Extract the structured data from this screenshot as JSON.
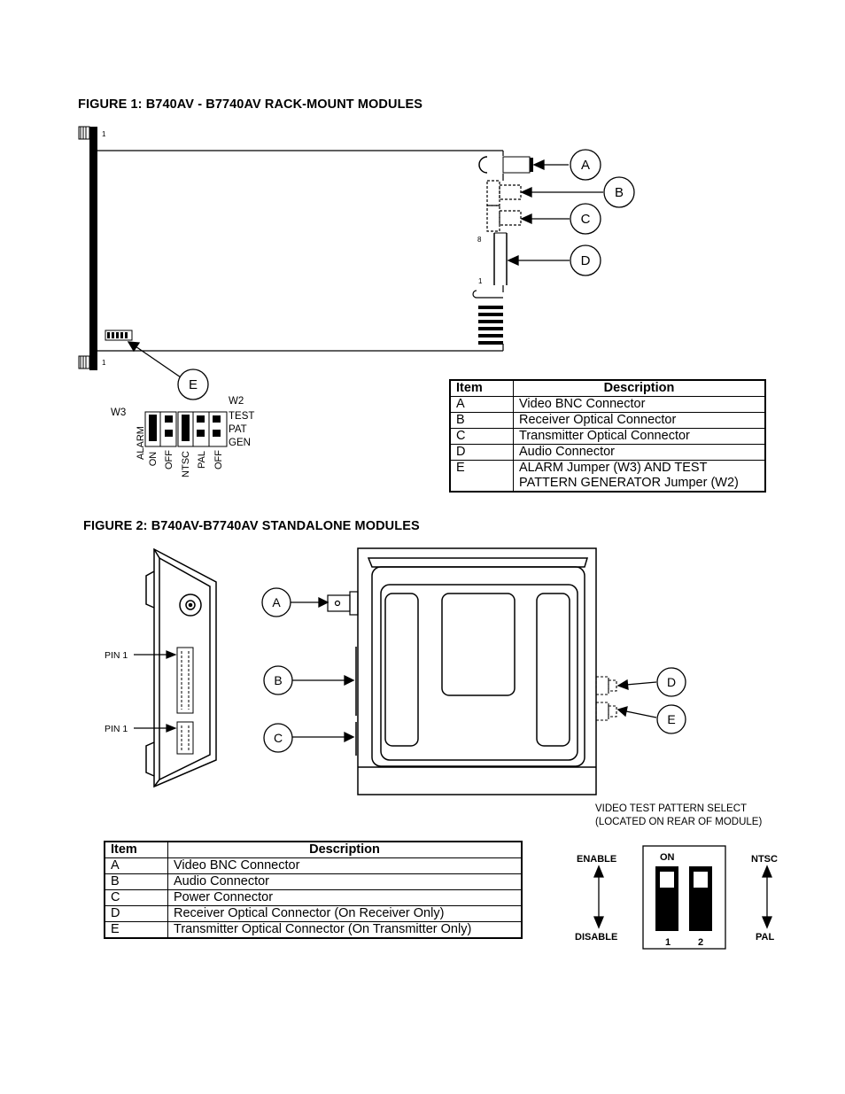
{
  "figure1": {
    "title": "FIGURE 1: B740AV - B7740AV RACK-MOUNT MODULES",
    "pin_top": "1",
    "pin_bottom": "1",
    "pin_8": "8",
    "pin_1": "1",
    "callouts": [
      "A",
      "B",
      "C",
      "D",
      "E"
    ],
    "jumpers": {
      "w3": "W3",
      "w2": "W2",
      "alarm": "ALARM",
      "test": "TEST",
      "pat": "PAT",
      "gen": "GEN",
      "bottom_labels": [
        "ON",
        "OFF",
        "NTSC",
        "PAL",
        "OFF"
      ]
    },
    "table": {
      "headers": [
        "Item",
        "Description"
      ],
      "rows": [
        {
          "item": "A",
          "desc": [
            "Video BNC Connector"
          ]
        },
        {
          "item": "B",
          "desc": [
            "Receiver Optical Connector"
          ]
        },
        {
          "item": "C",
          "desc": [
            "Transmitter Optical Connector"
          ]
        },
        {
          "item": "D",
          "desc": [
            "Audio Connector"
          ]
        },
        {
          "item": "E",
          "desc": [
            "ALARM Jumper (W3) AND TEST",
            "PATTERN GENERATOR Jumper (W2)"
          ]
        }
      ]
    }
  },
  "figure2": {
    "title": "FIGURE 2: B740AV-B7740AV STANDALONE MODULES",
    "pin1_a": "PIN 1",
    "pin1_b": "PIN 1",
    "callouts": [
      "A",
      "B",
      "C",
      "D",
      "E"
    ],
    "table": {
      "headers": [
        "Item",
        "Description"
      ],
      "rows": [
        {
          "item": "A",
          "desc": "Video BNC Connector"
        },
        {
          "item": "B",
          "desc": "Audio Connector"
        },
        {
          "item": "C",
          "desc": "Power Connector"
        },
        {
          "item": "D",
          "desc": "Receiver Optical Connector (On Receiver Only)"
        },
        {
          "item": "E",
          "desc": "Transmitter Optical Connector (On Transmitter Only)"
        }
      ]
    },
    "switch": {
      "caption_line1": "VIDEO TEST PATTERN SELECT",
      "caption_line2": "(LOCATED ON REAR OF MODULE)",
      "enable": "ENABLE",
      "disable": "DISABLE",
      "on": "ON",
      "ntsc": "NTSC",
      "pal": "PAL",
      "num1": "1",
      "num2": "2"
    }
  }
}
